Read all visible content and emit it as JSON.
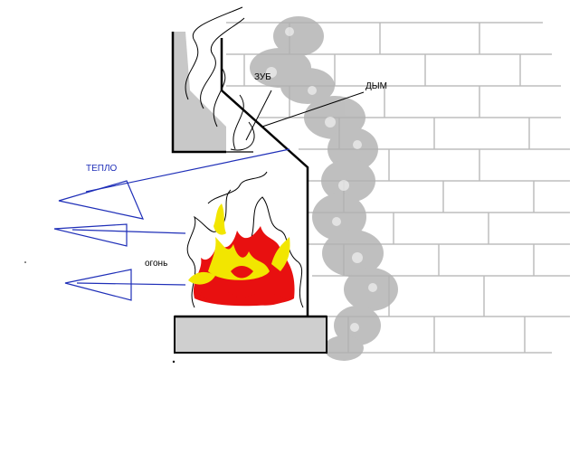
{
  "labels": {
    "heat": "ТЕПЛО",
    "tooth": "ЗУБ",
    "smoke": "ДЫМ",
    "fire": "огонь"
  },
  "colors": {
    "wall": "#c8c8c8",
    "brick_line": "#bdbdbd",
    "smoke": "#b0b0b0",
    "hearth": "#cfcfcf",
    "heat_arrows": "#1f2fb8",
    "fire_red": "#e81010",
    "fire_yellow": "#f2e600",
    "outline": "#000000"
  }
}
